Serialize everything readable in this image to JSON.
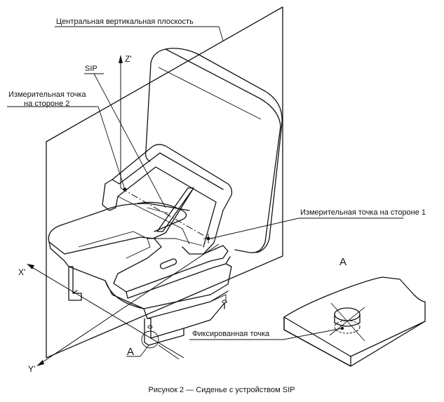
{
  "labels": {
    "central_plane": "Центральная вертикальная плоскость",
    "sip": "SIP",
    "point_side2_line1": "Измерительная точка",
    "point_side2_line2": "на стороне 2",
    "point_side1": "Измерительная точка на стороне 1",
    "fixed_point": "Фиксированная точка",
    "detail_ref": "A",
    "detail_title": "A"
  },
  "axes": {
    "z": "Z'",
    "x": "X'",
    "y": "Y'"
  },
  "caption": "Рисунок  2 — Сиденье с устройством SIP"
}
